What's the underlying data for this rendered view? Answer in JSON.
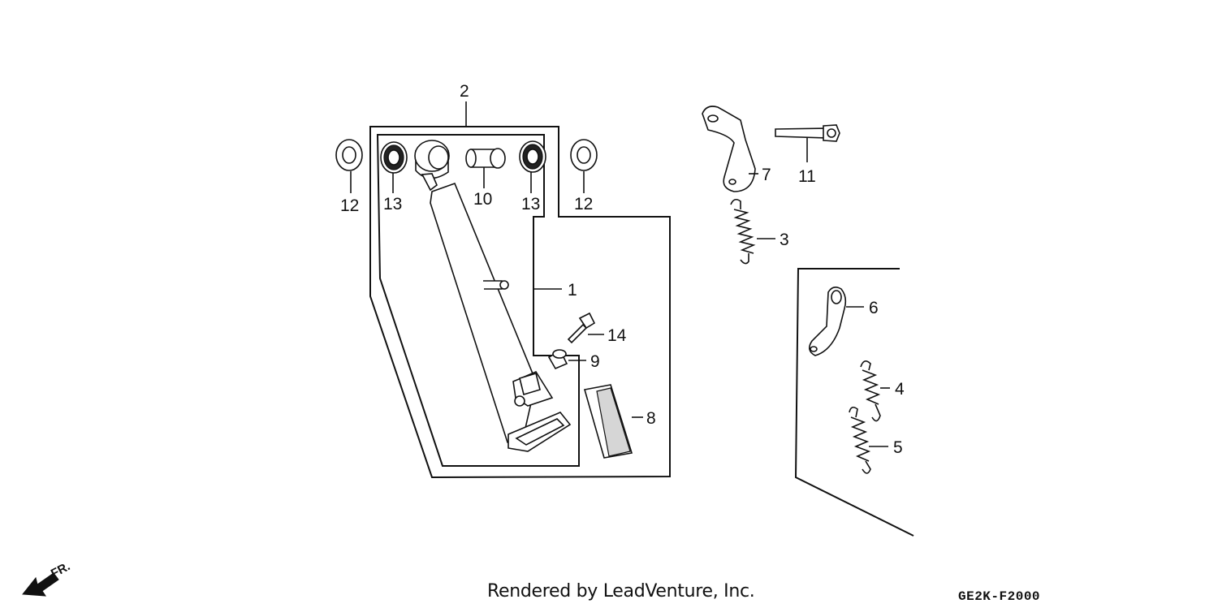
{
  "callouts": {
    "c1": "1",
    "c2": "2",
    "c3": "3",
    "c4": "4",
    "c5": "5",
    "c6": "6",
    "c7": "7",
    "c8": "8",
    "c9": "9",
    "c10": "10",
    "c11": "11",
    "c12a": "12",
    "c12b": "12",
    "c13a": "13",
    "c13b": "13",
    "c14": "14"
  },
  "direction_label": "FR.",
  "credit": "Rendered by LeadVenture, Inc.",
  "diagram_code": "GE2K-F2000",
  "icons": {
    "direction": "front-direction-arrow-icon"
  }
}
